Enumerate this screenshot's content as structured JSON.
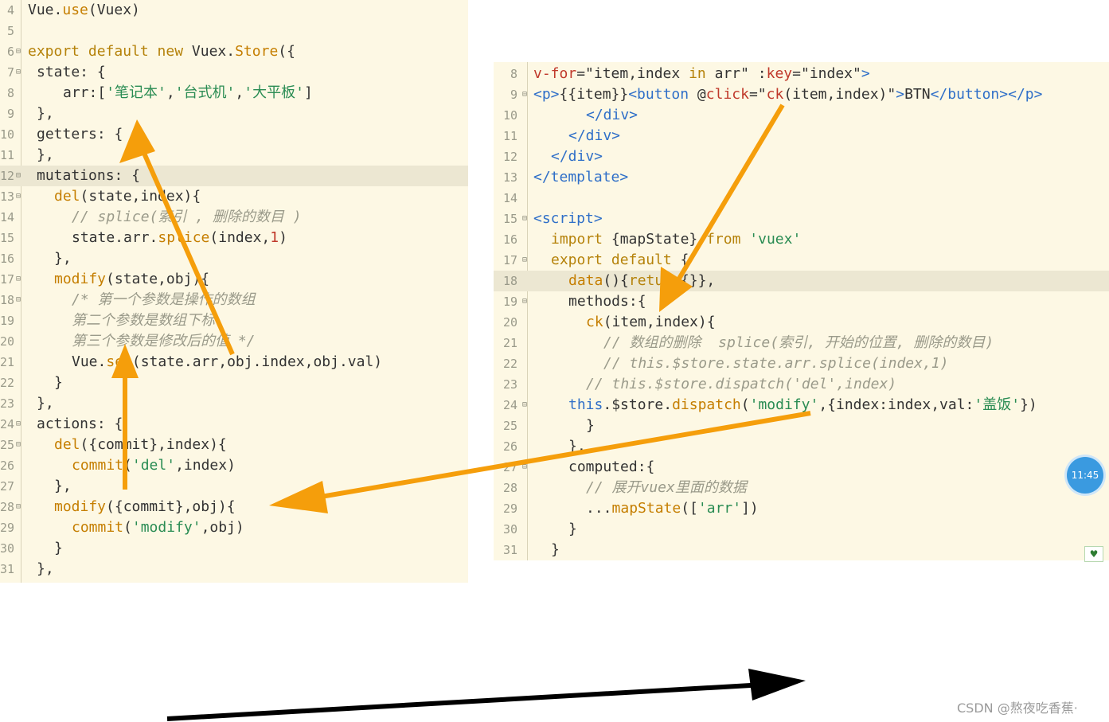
{
  "left_panel": {
    "lines": [
      {
        "num": "4",
        "fold": "",
        "indent": 0,
        "tokens": [
          [
            "plain",
            "Vue."
          ],
          [
            "fn",
            "use"
          ],
          [
            "plain",
            "(Vuex)"
          ]
        ]
      },
      {
        "num": "5",
        "fold": "",
        "indent": 0,
        "tokens": []
      },
      {
        "num": "6",
        "fold": "⊟",
        "indent": 0,
        "tokens": [
          [
            "kw",
            "export default new "
          ],
          [
            "plain",
            "Vuex."
          ],
          [
            "fn",
            "Store"
          ],
          [
            "plain",
            "({"
          ]
        ]
      },
      {
        "num": "7",
        "fold": "⊟",
        "indent": 1,
        "tokens": [
          [
            "plain",
            "state: {"
          ]
        ]
      },
      {
        "num": "8",
        "fold": "",
        "indent": 4,
        "tokens": [
          [
            "plain",
            "arr:["
          ],
          [
            "str",
            "'笔记本'"
          ],
          [
            "plain",
            ","
          ],
          [
            "str",
            "'台式机'"
          ],
          [
            "plain",
            ","
          ],
          [
            "str",
            "'大平板'"
          ],
          [
            "plain",
            "]"
          ]
        ]
      },
      {
        "num": "9",
        "fold": "",
        "indent": 1,
        "tokens": [
          [
            "plain",
            "},"
          ]
        ]
      },
      {
        "num": "10",
        "fold": "",
        "indent": 1,
        "tokens": [
          [
            "plain",
            "getters: {"
          ]
        ]
      },
      {
        "num": "11",
        "fold": "",
        "indent": 1,
        "tokens": [
          [
            "plain",
            "},"
          ]
        ]
      },
      {
        "num": "12",
        "fold": "⊟",
        "indent": 1,
        "hl": true,
        "tokens": [
          [
            "plain",
            "mutations: {"
          ]
        ]
      },
      {
        "num": "13",
        "fold": "⊟",
        "indent": 3,
        "tokens": [
          [
            "fn",
            "del"
          ],
          [
            "plain",
            "(state,index){"
          ]
        ]
      },
      {
        "num": "14",
        "fold": "",
        "indent": 5,
        "tokens": [
          [
            "cm",
            "// splice(索引 , 删除的数目 )"
          ]
        ]
      },
      {
        "num": "15",
        "fold": "",
        "indent": 5,
        "tokens": [
          [
            "plain",
            "state.arr."
          ],
          [
            "fn",
            "splice"
          ],
          [
            "plain",
            "(index,"
          ],
          [
            "num",
            "1"
          ],
          [
            "plain",
            ")"
          ]
        ]
      },
      {
        "num": "16",
        "fold": "",
        "indent": 3,
        "tokens": [
          [
            "plain",
            "},"
          ]
        ]
      },
      {
        "num": "17",
        "fold": "⊟",
        "indent": 3,
        "tokens": [
          [
            "fn",
            "modify"
          ],
          [
            "plain",
            "(state,obj){"
          ]
        ]
      },
      {
        "num": "18",
        "fold": "⊟",
        "indent": 5,
        "tokens": [
          [
            "cm",
            "/* 第一个参数是操作的数组"
          ]
        ]
      },
      {
        "num": "19",
        "fold": "",
        "indent": 5,
        "tokens": [
          [
            "cm",
            "第二个参数是数组下标"
          ]
        ]
      },
      {
        "num": "20",
        "fold": "",
        "indent": 5,
        "tokens": [
          [
            "cm",
            "第三个参数是修改后的值 */"
          ]
        ]
      },
      {
        "num": "21",
        "fold": "",
        "indent": 5,
        "tokens": [
          [
            "plain",
            "Vue."
          ],
          [
            "fn",
            "set"
          ],
          [
            "plain",
            "(state.arr,obj.index,obj.val)"
          ]
        ]
      },
      {
        "num": "22",
        "fold": "",
        "indent": 3,
        "tokens": [
          [
            "plain",
            "}"
          ]
        ]
      },
      {
        "num": "23",
        "fold": "",
        "indent": 1,
        "tokens": [
          [
            "plain",
            "},"
          ]
        ]
      },
      {
        "num": "24",
        "fold": "⊟",
        "indent": 1,
        "tokens": [
          [
            "plain",
            "actions: {"
          ]
        ]
      },
      {
        "num": "25",
        "fold": "⊟",
        "indent": 3,
        "tokens": [
          [
            "fn",
            "del"
          ],
          [
            "plain",
            "({commit},index){"
          ]
        ]
      },
      {
        "num": "26",
        "fold": "",
        "indent": 5,
        "tokens": [
          [
            "fn",
            "commit"
          ],
          [
            "plain",
            "("
          ],
          [
            "str",
            "'del'"
          ],
          [
            "plain",
            ",index)"
          ]
        ]
      },
      {
        "num": "27",
        "fold": "",
        "indent": 3,
        "tokens": [
          [
            "plain",
            "},"
          ]
        ]
      },
      {
        "num": "28",
        "fold": "⊟",
        "indent": 3,
        "tokens": [
          [
            "fn",
            "modify"
          ],
          [
            "plain",
            "({commit},obj){"
          ]
        ]
      },
      {
        "num": "29",
        "fold": "",
        "indent": 5,
        "tokens": [
          [
            "fn",
            "commit"
          ],
          [
            "plain",
            "("
          ],
          [
            "str",
            "'modify'"
          ],
          [
            "plain",
            ",obj)"
          ]
        ]
      },
      {
        "num": "30",
        "fold": "",
        "indent": 3,
        "tokens": [
          [
            "plain",
            "}"
          ]
        ]
      },
      {
        "num": "31",
        "fold": "",
        "indent": 1,
        "tokens": [
          [
            "plain",
            "},"
          ]
        ]
      }
    ]
  },
  "right_panel": {
    "lines": [
      {
        "num": "8",
        "fold": "",
        "indent": 0,
        "tokens": [
          [
            "attr",
            "v-for"
          ],
          [
            "plain",
            "=\"item,index "
          ],
          [
            "kw",
            "in"
          ],
          [
            "plain",
            " arr\" :"
          ],
          [
            "attr",
            "key"
          ],
          [
            "plain",
            "=\"index\""
          ],
          [
            "tag",
            ">"
          ]
        ]
      },
      {
        "num": "9",
        "fold": "⊟",
        "indent": 0,
        "tokens": [
          [
            "tag",
            "<p>"
          ],
          [
            "plain",
            "{{item}}"
          ],
          [
            "tag",
            "<button"
          ],
          [
            "plain",
            " @"
          ],
          [
            "attr",
            "click"
          ],
          [
            "plain",
            "=\""
          ],
          [
            "attr",
            "ck"
          ],
          [
            "plain",
            "(item,index)\""
          ],
          [
            "tag",
            ">"
          ],
          [
            "plain",
            "BTN"
          ],
          [
            "tag",
            "</button></p>"
          ]
        ]
      },
      {
        "num": "10",
        "fold": "",
        "indent": 6,
        "tokens": [
          [
            "tag",
            "</div>"
          ]
        ]
      },
      {
        "num": "11",
        "fold": "",
        "indent": 4,
        "tokens": [
          [
            "tag",
            "</div>"
          ]
        ]
      },
      {
        "num": "12",
        "fold": "",
        "indent": 2,
        "tokens": [
          [
            "tag",
            "</div>"
          ]
        ]
      },
      {
        "num": "13",
        "fold": "",
        "indent": 0,
        "tokens": [
          [
            "tag",
            "</template>"
          ]
        ]
      },
      {
        "num": "14",
        "fold": "",
        "indent": 0,
        "tokens": []
      },
      {
        "num": "15",
        "fold": "⊟",
        "indent": 0,
        "tokens": [
          [
            "tag",
            "<script>"
          ]
        ]
      },
      {
        "num": "16",
        "fold": "",
        "indent": 2,
        "tokens": [
          [
            "kw",
            "import"
          ],
          [
            "plain",
            " {mapState} "
          ],
          [
            "kw",
            "from"
          ],
          [
            "plain",
            " "
          ],
          [
            "str",
            "'vuex'"
          ]
        ]
      },
      {
        "num": "17",
        "fold": "⊟",
        "indent": 2,
        "tokens": [
          [
            "kw",
            "export default"
          ],
          [
            "plain",
            " {"
          ]
        ]
      },
      {
        "num": "18",
        "fold": "",
        "indent": 4,
        "hl": true,
        "tokens": [
          [
            "fn",
            "data"
          ],
          [
            "plain",
            "(){"
          ],
          [
            "kw",
            "return"
          ],
          [
            "plain",
            "{}},"
          ]
        ]
      },
      {
        "num": "19",
        "fold": "⊟",
        "indent": 4,
        "tokens": [
          [
            "plain",
            "methods:{"
          ]
        ]
      },
      {
        "num": "20",
        "fold": "",
        "indent": 6,
        "tokens": [
          [
            "fn",
            "ck"
          ],
          [
            "plain",
            "(item,index){"
          ]
        ]
      },
      {
        "num": "21",
        "fold": "",
        "indent": 8,
        "tokens": [
          [
            "cm",
            "// 数组的删除  splice(索引, 开始的位置, 删除的数目)"
          ]
        ]
      },
      {
        "num": "22",
        "fold": "",
        "indent": 8,
        "tokens": [
          [
            "cm",
            "// this.$store.state.arr.splice(index,1)"
          ]
        ]
      },
      {
        "num": "23",
        "fold": "",
        "indent": 6,
        "tokens": [
          [
            "cm",
            "// this.$store.dispatch('del',index)"
          ]
        ]
      },
      {
        "num": "24",
        "fold": "⊟",
        "indent": 4,
        "tokens": [
          [
            "this",
            "this"
          ],
          [
            "plain",
            ".$store."
          ],
          [
            "fn",
            "dispatch"
          ],
          [
            "plain",
            "("
          ],
          [
            "str",
            "'modify'"
          ],
          [
            "plain",
            ",{index:index,val:"
          ],
          [
            "str",
            "'盖饭'"
          ],
          [
            "plain",
            "})"
          ]
        ]
      },
      {
        "num": "25",
        "fold": "",
        "indent": 6,
        "tokens": [
          [
            "plain",
            "}"
          ]
        ]
      },
      {
        "num": "26",
        "fold": "",
        "indent": 4,
        "tokens": [
          [
            "plain",
            "},"
          ]
        ]
      },
      {
        "num": "27",
        "fold": "⊟",
        "indent": 4,
        "tokens": [
          [
            "plain",
            "computed:{"
          ]
        ]
      },
      {
        "num": "28",
        "fold": "",
        "indent": 6,
        "tokens": [
          [
            "cm",
            "// 展开vuex里面的数据"
          ]
        ]
      },
      {
        "num": "29",
        "fold": "",
        "indent": 6,
        "tokens": [
          [
            "plain",
            "..."
          ],
          [
            "fn",
            "mapState"
          ],
          [
            "plain",
            "(["
          ],
          [
            "str",
            "'arr'"
          ],
          [
            "plain",
            "])"
          ]
        ]
      },
      {
        "num": "30",
        "fold": "",
        "indent": 4,
        "tokens": [
          [
            "plain",
            "}"
          ]
        ]
      },
      {
        "num": "31",
        "fold": "",
        "indent": 2,
        "tokens": [
          [
            "plain",
            "}"
          ]
        ]
      }
    ]
  },
  "overlay": {
    "clock_time": "11:45",
    "small_icon": "heart-badge-icon",
    "watermark": "CSDN @熬夜吃香蕉·",
    "arrow_color": "#f59e0b",
    "black_arrow_color": "#000000"
  }
}
